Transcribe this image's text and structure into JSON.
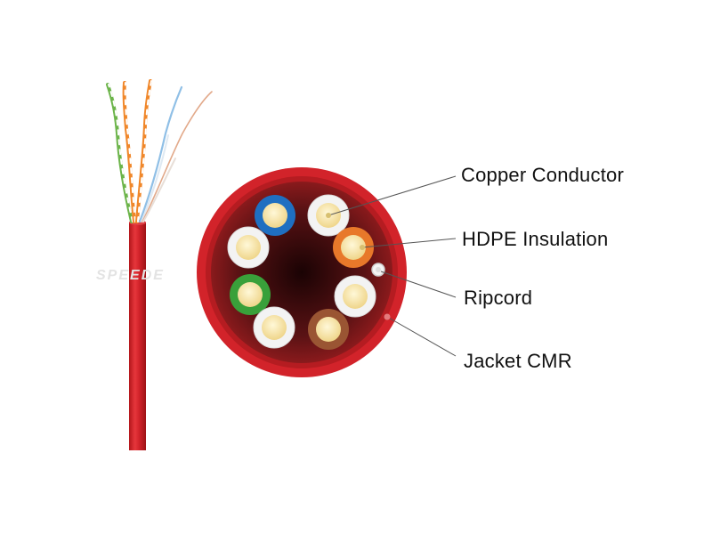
{
  "watermark": {
    "text": "SPEEDE"
  },
  "callouts": {
    "copper_conductor": "Copper Conductor",
    "hdpe_insulation": "HDPE Insulation",
    "ripcord": "Ripcord",
    "jacket": "Jacket CMR"
  },
  "colors": {
    "jacket": "#d2232a",
    "jacket_dark": "#a01418",
    "core": "#3a0d0e",
    "copper": "#f6e3a6",
    "pairs": [
      "#1f6fc1",
      "#ffffff",
      "#ffffff",
      "#e8782a",
      "#ffffff",
      "#39a03a",
      "#ffffff",
      "#9a5533"
    ]
  }
}
